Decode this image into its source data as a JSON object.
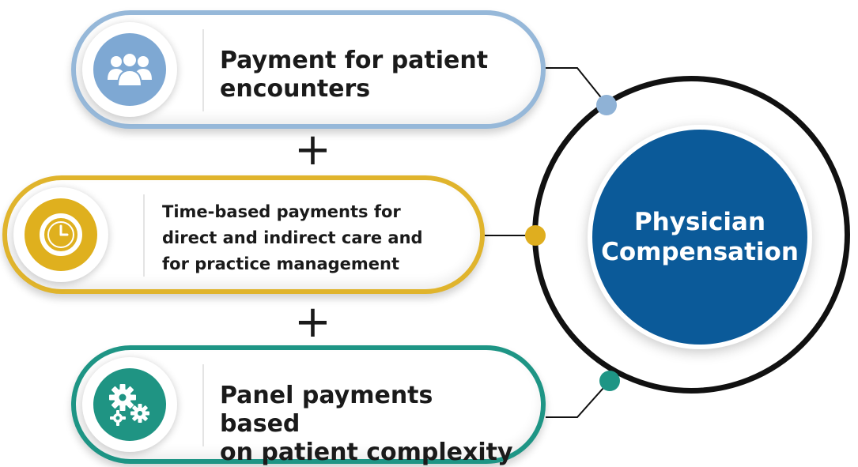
{
  "colors": {
    "blue_accent": "#96b8d9",
    "gold_accent": "#e0b42c",
    "teal_accent": "#1e9585",
    "center_fill": "#0b5a99",
    "ring": "#111111"
  },
  "items": [
    {
      "icon": "people-group-icon",
      "lines": [
        "Payment for patient",
        "encounters"
      ]
    },
    {
      "icon": "clock-icon",
      "lines": [
        "Time-based payments for",
        "direct and indirect care and",
        "for practice management"
      ]
    },
    {
      "icon": "gears-icon",
      "lines": [
        "Panel payments based",
        "on patient complexity"
      ]
    }
  ],
  "operators": [
    "+",
    "+"
  ],
  "center": {
    "lines": [
      "Physician",
      "Compensation"
    ]
  }
}
